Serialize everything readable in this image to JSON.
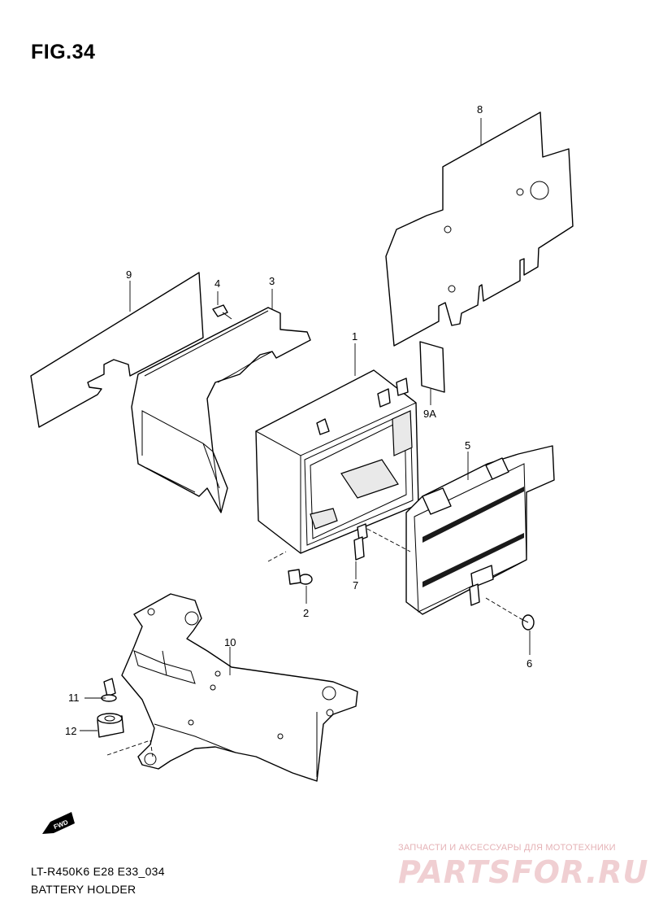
{
  "figure": {
    "title": "FIG.34"
  },
  "parts": [
    {
      "ref": "1"
    },
    {
      "ref": "2"
    },
    {
      "ref": "3"
    },
    {
      "ref": "4"
    },
    {
      "ref": "5"
    },
    {
      "ref": "6"
    },
    {
      "ref": "7"
    },
    {
      "ref": "8"
    },
    {
      "ref": "9"
    },
    {
      "ref": "9A"
    },
    {
      "ref": "10"
    },
    {
      "ref": "11"
    },
    {
      "ref": "12"
    }
  ],
  "direction_badge": "FWD",
  "footer": {
    "model_code": "LT-R450K6 E28 E33_034",
    "group_name": "BATTERY HOLDER"
  },
  "watermark": {
    "subtitle": "ЗАПЧАСТИ И АКСЕССУАРЫ ДЛЯ МОТОТЕХНИКИ",
    "logo": "PARTSFOR.RU",
    "color": "#e9b9bd"
  }
}
